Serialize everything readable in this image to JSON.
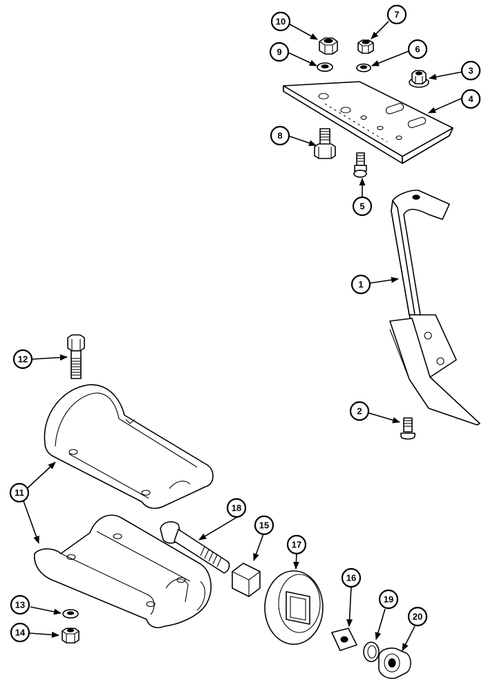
{
  "callouts": [
    "1",
    "2",
    "3",
    "4",
    "5",
    "6",
    "7",
    "8",
    "9",
    "10",
    "11",
    "11",
    "12",
    "13",
    "14",
    "15",
    "16",
    "17",
    "18",
    "19",
    "20"
  ]
}
